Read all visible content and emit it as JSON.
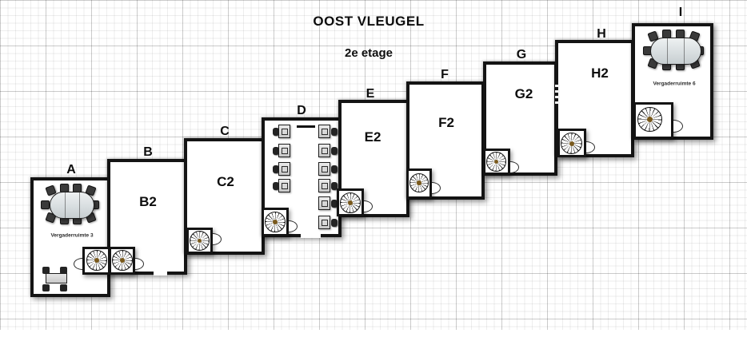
{
  "heading": {
    "title": "OOST VLEUGEL",
    "subtitle": "2e etage"
  },
  "rooms": {
    "a": {
      "label": "A",
      "caption": "Vergaderruimte 3"
    },
    "b": {
      "label": "B",
      "number": "B2"
    },
    "c": {
      "label": "C",
      "number": "C2"
    },
    "d": {
      "label": "D"
    },
    "e": {
      "label": "E",
      "number": "E2"
    },
    "f": {
      "label": "F",
      "number": "F2"
    },
    "g": {
      "label": "G",
      "number": "G2"
    },
    "h": {
      "label": "H",
      "number": "H2"
    },
    "i": {
      "label": "I",
      "caption": "Vergaderruimte 6"
    }
  },
  "icons": {
    "spiral_stairs": "spiral-stair-icon",
    "door_swing": "door-swing-arc",
    "conference_table": "conference-table",
    "workstation": "desk-with-chair"
  },
  "colors": {
    "wall": "#141414",
    "table_fill": "#d6dcde",
    "chair": "#242424",
    "grid_minor": "#ededed",
    "grid_major": "#d6d6d6",
    "background": "#ffffff"
  }
}
